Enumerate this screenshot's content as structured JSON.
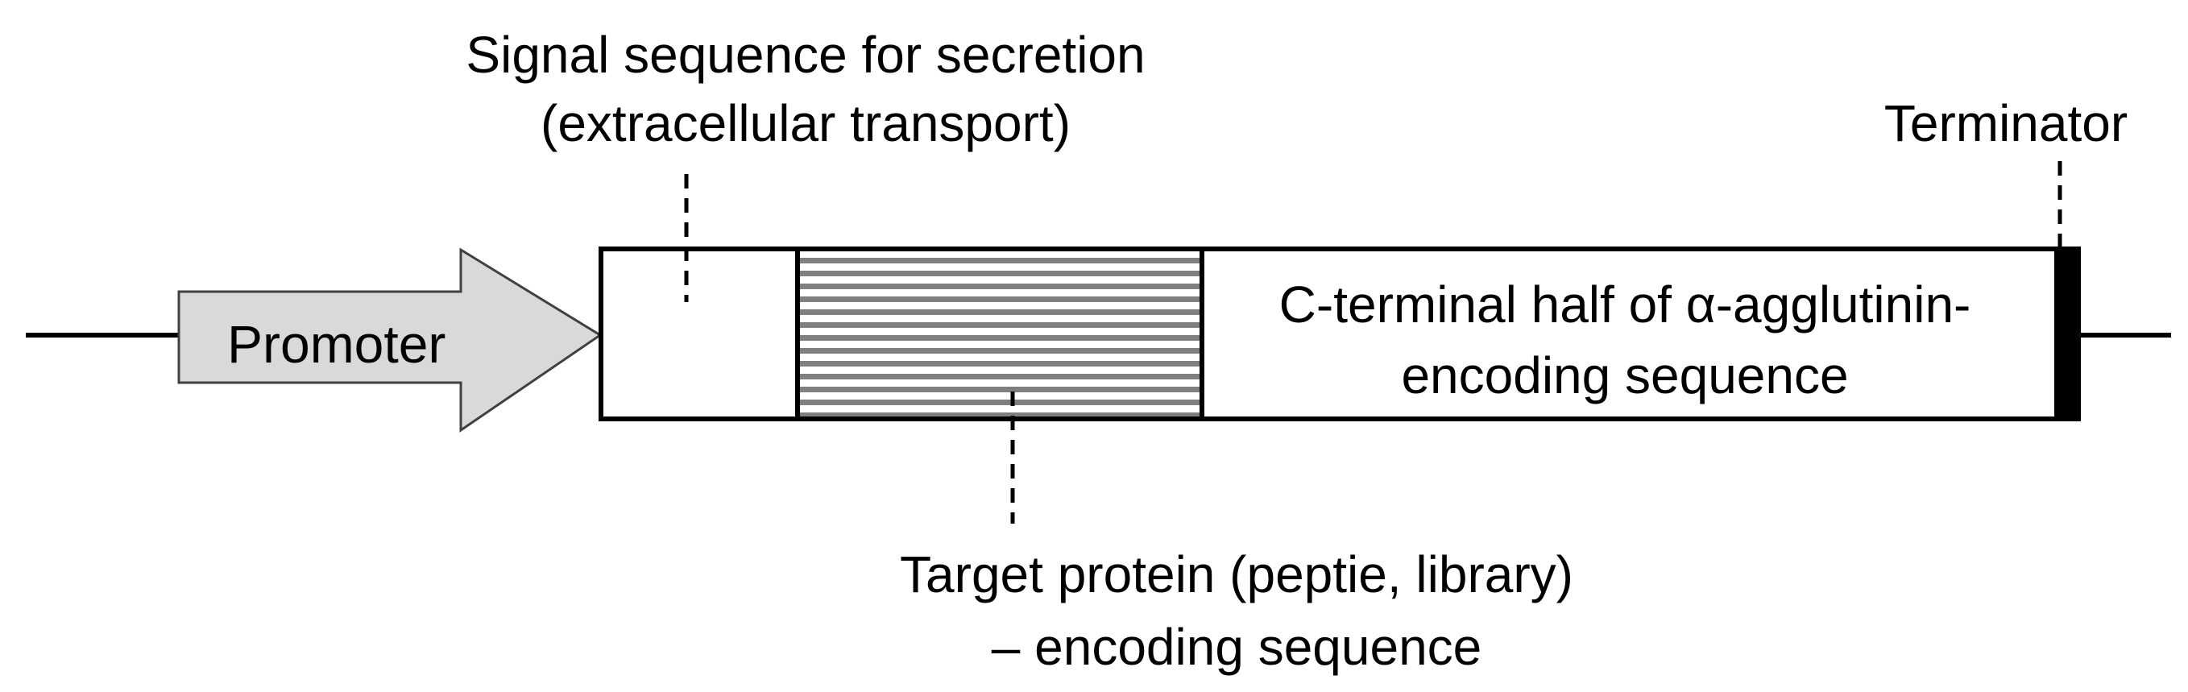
{
  "colors": {
    "background": "#ffffff",
    "line": "#000000",
    "promoter_fill": "#d9d9d9",
    "promoter_stroke": "#404040",
    "hatch": "#7f7f7f",
    "terminator": "#000000"
  },
  "labels": {
    "signal_line1": "Signal sequence for secretion",
    "signal_line2": "(extracellular transport)",
    "terminator": "Terminator",
    "promoter": "Promoter",
    "agglutinin_line1": "C-terminal half of α-agglutinin-",
    "agglutinin_line2": "encoding sequence",
    "target_line1": "Target protein (peptie, library)",
    "target_line2": "– encoding sequence"
  }
}
